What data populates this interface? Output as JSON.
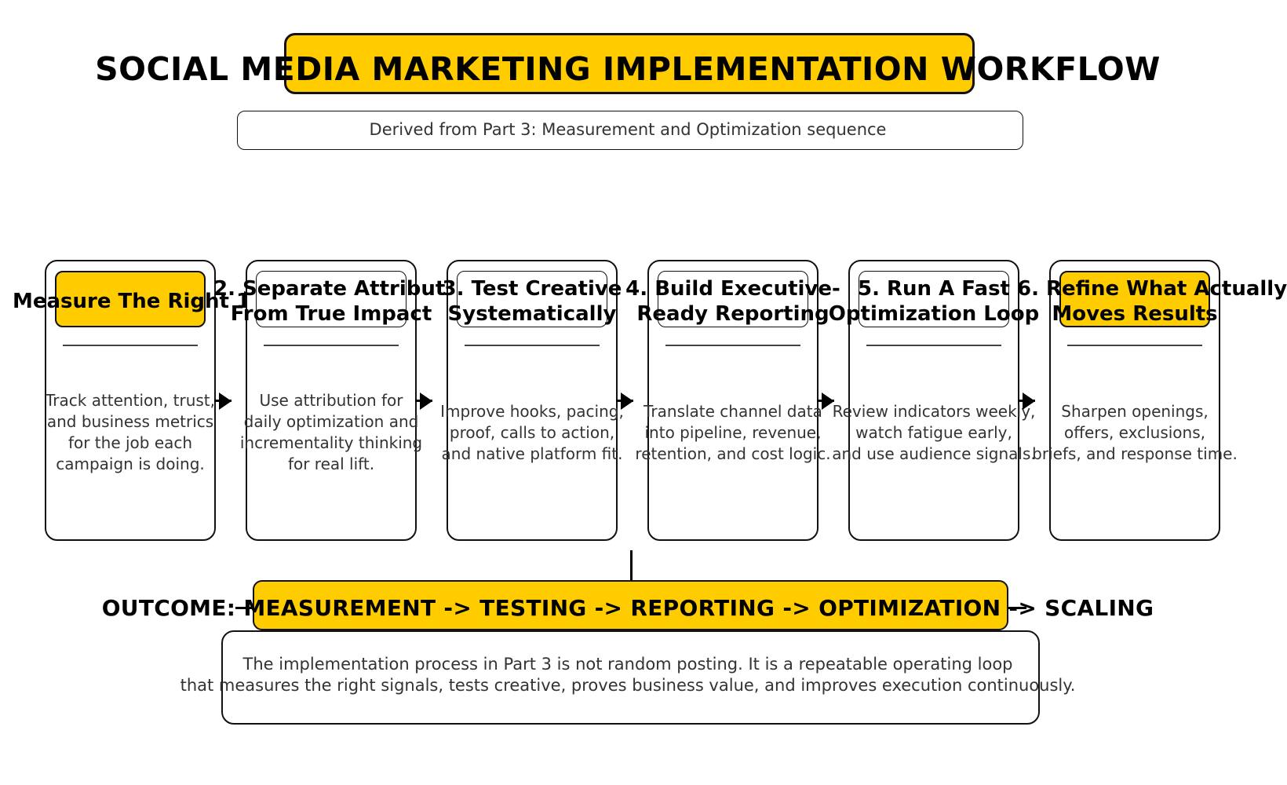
{
  "title": "SOCIAL MEDIA MARKETING IMPLEMENTATION WORKFLOW",
  "subtitle": "Derived from Part 3: Measurement and Optimization sequence",
  "accent_color": "#ffcc00",
  "steps": [
    {
      "title_lines": [
        "Measure The Right 1."
      ],
      "desc_lines": [
        "Track attention, trust,",
        "and business metrics",
        "for the job each",
        "campaign is doing."
      ]
    },
    {
      "title_lines": [
        "2. Separate Attributi",
        "From True Impact"
      ],
      "desc_lines": [
        "Use attribution for",
        "daily optimization and",
        "incrementality thinking",
        "for real lift."
      ]
    },
    {
      "title_lines": [
        "3. Test Creative",
        "Systematically"
      ],
      "desc_lines": [
        "Improve hooks, pacing,",
        "proof, calls to action,",
        "and native platform fit."
      ]
    },
    {
      "title_lines": [
        "4. Build Executive-",
        "Ready Reporting"
      ],
      "desc_lines": [
        "Translate channel data",
        "into pipeline, revenue,",
        "retention, and cost logic."
      ]
    },
    {
      "title_lines": [
        "5. Run A Fast",
        "Optimization Loop"
      ],
      "desc_lines": [
        "Review indicators weekly,",
        "watch fatigue early,",
        "and use audience signals."
      ]
    },
    {
      "title_lines": [
        "6. Refine What Actually",
        "Moves Results"
      ],
      "desc_lines": [
        "Sharpen openings,",
        "offers, exclusions,",
        "briefs, and response time."
      ]
    }
  ],
  "outcome": "OUTCOME: MEASUREMENT -> TESTING -> REPORTING -> OPTIMIZATION -> SCALING",
  "summary_lines": [
    "The implementation process in Part 3 is not random posting. It is a repeatable operating loop",
    "that measures the right signals, tests creative, proves business value, and improves execution continuously."
  ]
}
